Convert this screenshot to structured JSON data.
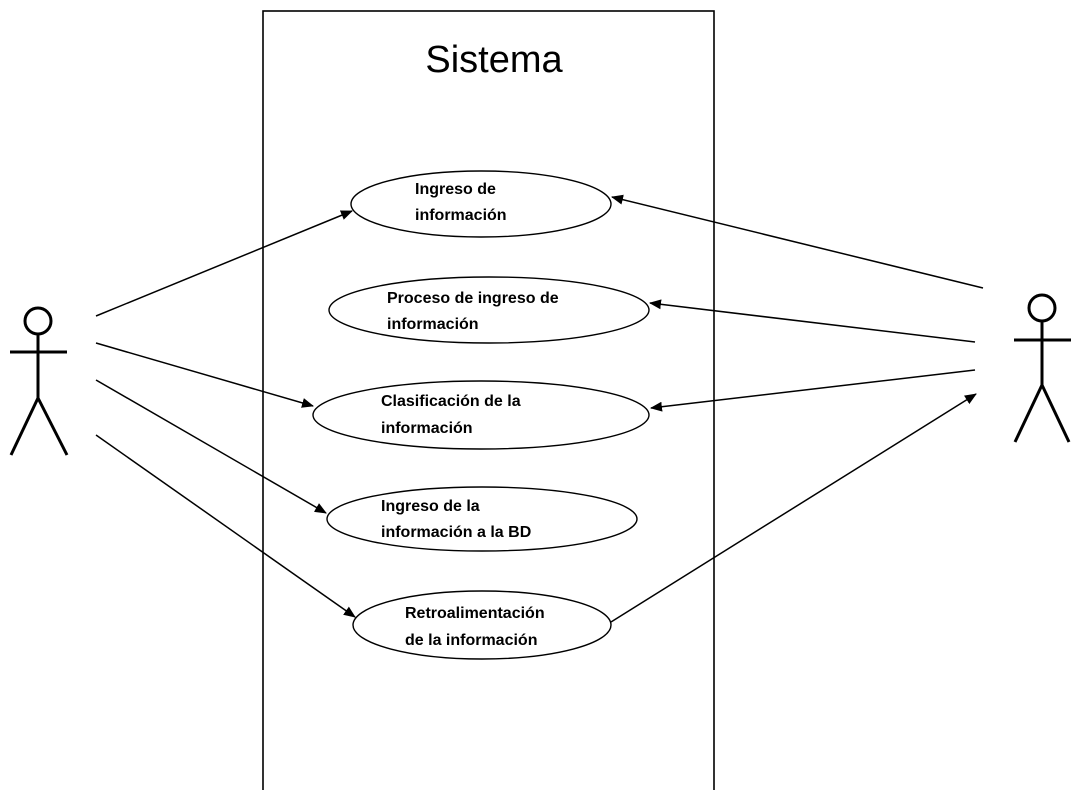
{
  "system": {
    "title": "Sistema"
  },
  "use_cases": [
    {
      "id": "uc1",
      "lines": [
        "Ingreso de",
        "información"
      ]
    },
    {
      "id": "uc2",
      "lines": [
        "Proceso de ingreso de",
        "información"
      ]
    },
    {
      "id": "uc3",
      "lines": [
        "Clasificación de la",
        "información"
      ]
    },
    {
      "id": "uc4",
      "lines": [
        "Ingreso de la",
        "información a la BD"
      ]
    },
    {
      "id": "uc5",
      "lines": [
        "Retroalimentación",
        "de la información"
      ]
    }
  ],
  "actors": [
    {
      "id": "actor-left",
      "label": ""
    },
    {
      "id": "actor-right",
      "label": ""
    }
  ]
}
